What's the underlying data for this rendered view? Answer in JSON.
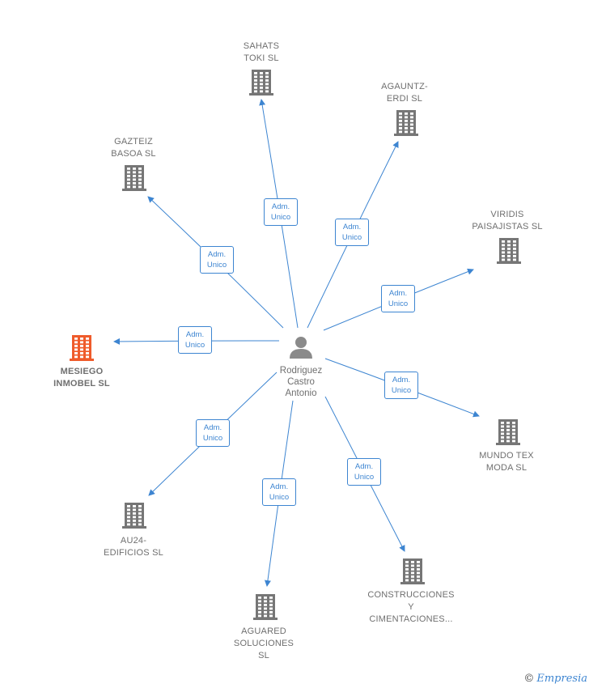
{
  "colors": {
    "edge": "#3d85d1",
    "building": "#767676",
    "building_main": "#ef5b2b",
    "person": "#8a8a8a"
  },
  "person": {
    "name": "Rodriguez\nCastro\nAntonio",
    "icon": "person-icon"
  },
  "edge_label": "Adm.\nUnico",
  "companies": [
    {
      "id": "sahats",
      "name": "SAHATS\nTOKI SL"
    },
    {
      "id": "agauntz",
      "name": "AGAUNTZ-\nERDI  SL"
    },
    {
      "id": "gazteiz",
      "name": "GAZTEIZ\nBASOA  SL"
    },
    {
      "id": "viridis",
      "name": "VIRIDIS\nPAISAJISTAS SL"
    },
    {
      "id": "mesiego",
      "name": "MESIEGO\nINMOBEL  SL",
      "main": true
    },
    {
      "id": "mundotex",
      "name": "MUNDO TEX\nMODA SL"
    },
    {
      "id": "au24",
      "name": "AU24-\nEDIFICIOS SL"
    },
    {
      "id": "aguared",
      "name": "AGUARED\nSOLUCIONES\nSL"
    },
    {
      "id": "construcciones",
      "name": "CONSTRUCCIONES\nY\nCIMENTACIONES..."
    }
  ],
  "footer": {
    "copyright": "©",
    "brand": "Empresia"
  }
}
